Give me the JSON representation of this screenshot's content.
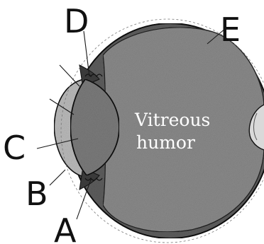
{
  "diagram": {
    "interior_label": {
      "line1": "Vitreous",
      "line2": "humor"
    },
    "pointer_labels": [
      "A",
      "B",
      "C",
      "D",
      "E"
    ],
    "colors": {
      "background": "#ffffff",
      "ink": "#111111",
      "vitreous_fill": "#8c8c8c",
      "wall_fill": "#5f5f5f",
      "lens_fill": "#7d7d7d",
      "cornea_fill": "#bdbdbd"
    }
  }
}
